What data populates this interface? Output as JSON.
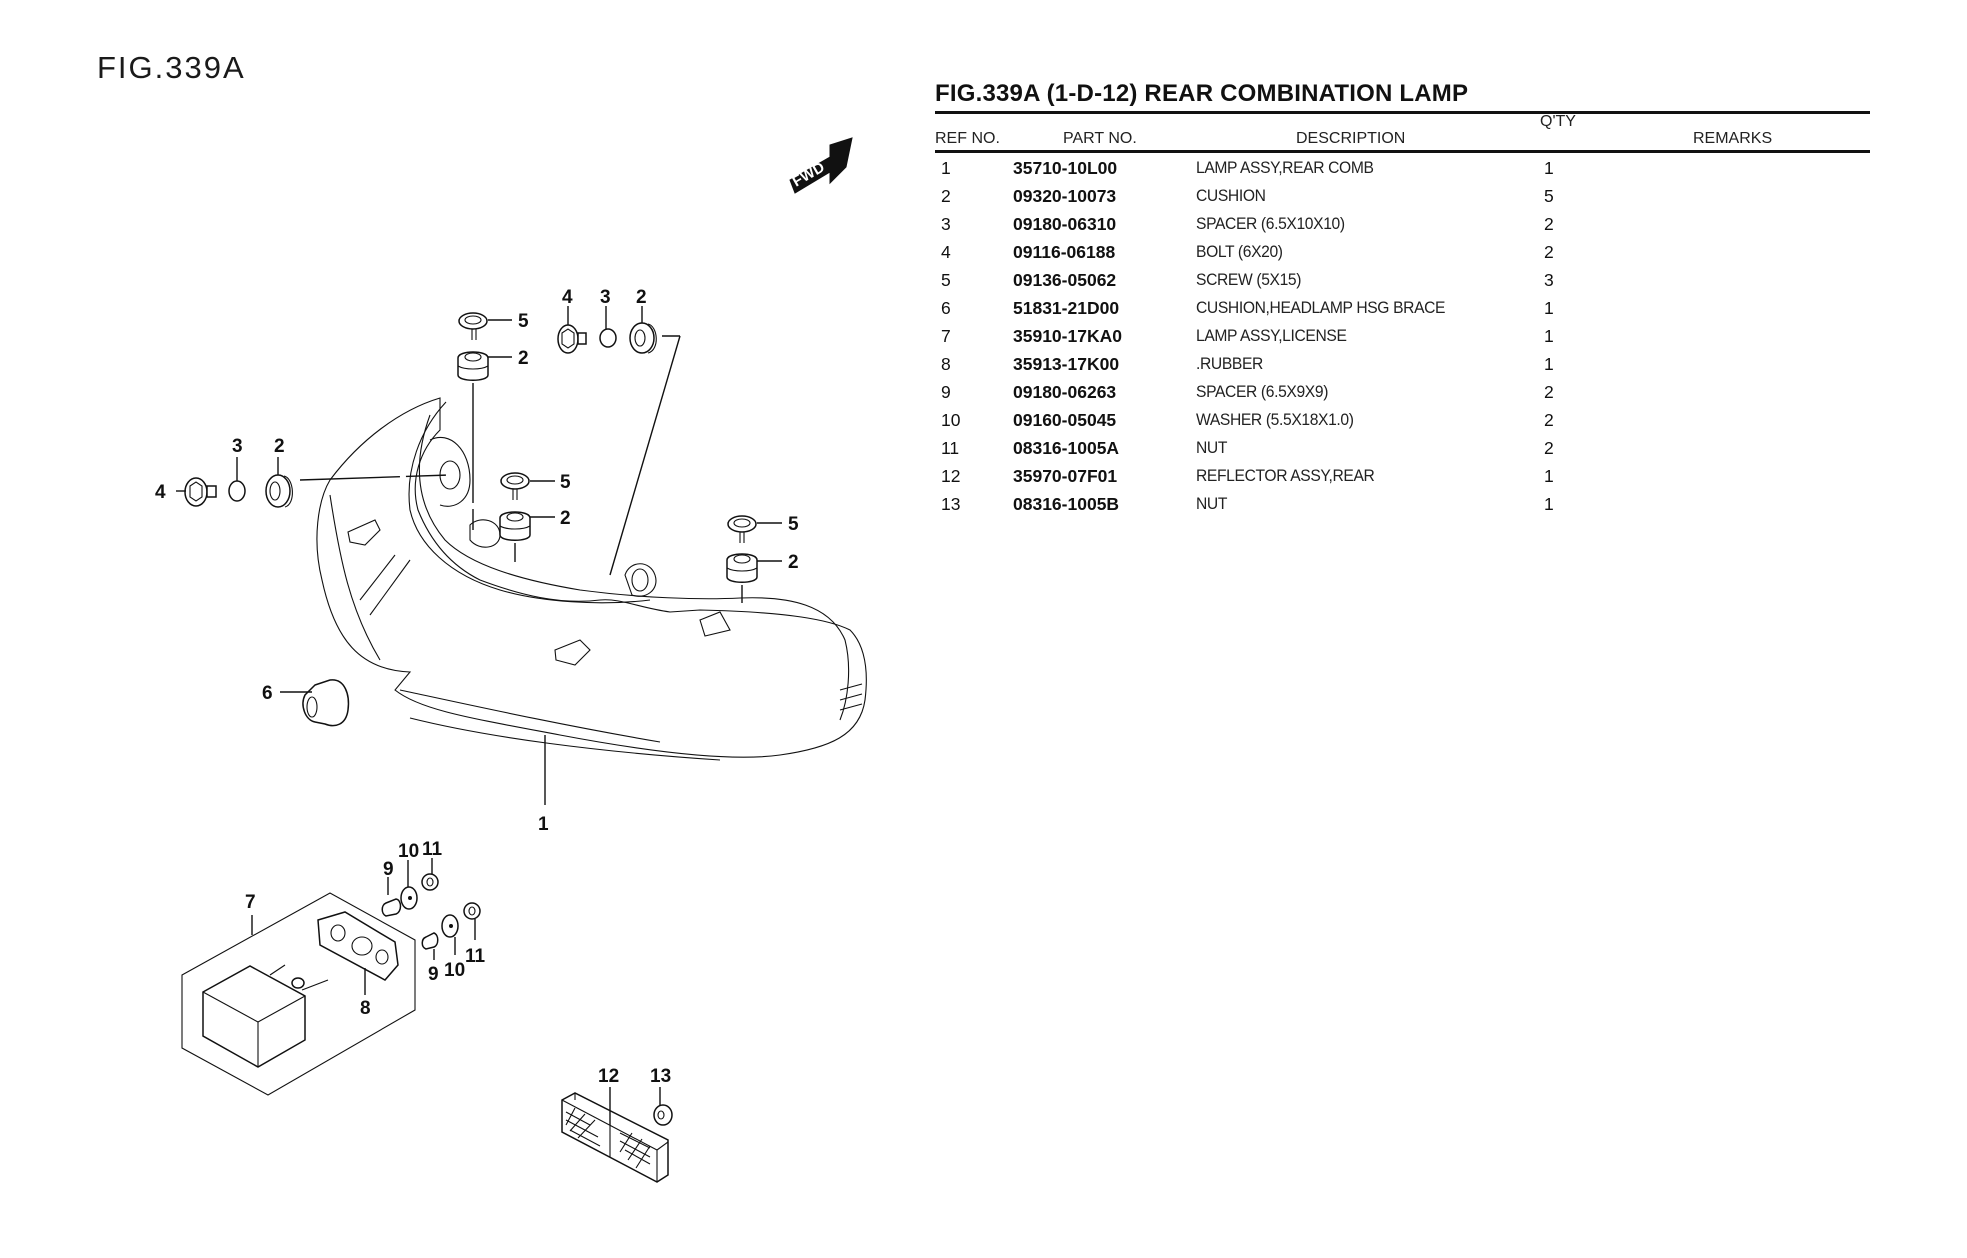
{
  "figure": {
    "label": "FIG.339A",
    "fwd_label": "FWD"
  },
  "table": {
    "title": "FIG.339A (1-D-12) REAR COMBINATION LAMP",
    "headers": {
      "ref_no": "REF NO.",
      "part_no": "PART NO.",
      "description": "DESCRIPTION",
      "qty": "Q'TY",
      "remarks": "REMARKS"
    },
    "rows": [
      {
        "ref": "1",
        "part": "35710-10L00",
        "desc": "LAMP ASSY,REAR COMB",
        "qty": "1",
        "remarks": ""
      },
      {
        "ref": "2",
        "part": "09320-10073",
        "desc": "CUSHION",
        "qty": "5",
        "remarks": ""
      },
      {
        "ref": "3",
        "part": "09180-06310",
        "desc": "SPACER (6.5X10X10)",
        "qty": "2",
        "remarks": ""
      },
      {
        "ref": "4",
        "part": "09116-06188",
        "desc": "BOLT (6X20)",
        "qty": "2",
        "remarks": ""
      },
      {
        "ref": "5",
        "part": "09136-05062",
        "desc": "SCREW (5X15)",
        "qty": "3",
        "remarks": ""
      },
      {
        "ref": "6",
        "part": "51831-21D00",
        "desc": "CUSHION,HEADLAMP HSG BRACE",
        "qty": "1",
        "remarks": ""
      },
      {
        "ref": "7",
        "part": "35910-17KA0",
        "desc": "LAMP ASSY,LICENSE",
        "qty": "1",
        "remarks": ""
      },
      {
        "ref": "8",
        "part": "35913-17K00",
        "desc": ".RUBBER",
        "qty": "1",
        "remarks": ""
      },
      {
        "ref": "9",
        "part": "09180-06263",
        "desc": "SPACER (6.5X9X9)",
        "qty": "2",
        "remarks": ""
      },
      {
        "ref": "10",
        "part": "09160-05045",
        "desc": "WASHER (5.5X18X1.0)",
        "qty": "2",
        "remarks": ""
      },
      {
        "ref": "11",
        "part": "08316-1005A",
        "desc": "NUT",
        "qty": "2",
        "remarks": ""
      },
      {
        "ref": "12",
        "part": "35970-07F01",
        "desc": "REFLECTOR ASSY,REAR",
        "qty": "1",
        "remarks": ""
      },
      {
        "ref": "13",
        "part": "08316-1005B",
        "desc": "NUT",
        "qty": "1",
        "remarks": ""
      }
    ]
  },
  "callouts": {
    "c1": "1",
    "c2": "2",
    "c3": "3",
    "c4": "4",
    "c5": "5",
    "c6": "6",
    "c7": "7",
    "c8": "8",
    "c9": "9",
    "c10": "10",
    "c11": "11",
    "c12": "12",
    "c13": "13"
  }
}
